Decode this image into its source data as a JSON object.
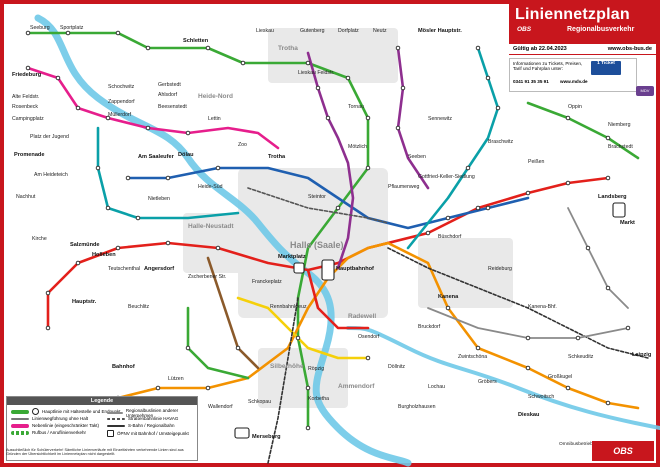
{
  "header": {
    "title": "Liniennetzplan",
    "brand": "OBS",
    "subtitle": "Regionalbusverkehr",
    "valid_from": "Gültig ab 22.04.2023",
    "website": "www.obs-bus.de"
  },
  "info": {
    "text": "Informationen zu Tickets, Preisen, Tarif und Fahrplan unter:",
    "phone": "0341 91 35 35 91",
    "web": "www.mdv.de",
    "ticket_badge": "1 Ticket",
    "logo": "MDV"
  },
  "colors": {
    "brand": "#c8161d",
    "river": "#6fc9e8",
    "green": "#3aa935",
    "red": "#e3201b",
    "orange": "#f39200",
    "blue": "#1f5fb0",
    "purple": "#8e2f8f",
    "magenta": "#e61e8c",
    "teal": "#0aa0a8",
    "yellow": "#f5d00a",
    "brown": "#8b5a2b",
    "grey": "#8a8a8a"
  },
  "districts": [
    {
      "id": "halle-saale",
      "label": "Halle (Saale)"
    },
    {
      "id": "halle-neustadt",
      "label": "Halle-Neustadt"
    },
    {
      "id": "silberhoehe",
      "label": "Silberhöhe"
    },
    {
      "id": "trotha",
      "label": "Trotha"
    },
    {
      "id": "heide-nord",
      "label": "Heide-Nord"
    },
    {
      "id": "ammendorf",
      "label": "Ammendorf"
    },
    {
      "id": "radewell",
      "label": "Radewell"
    }
  ],
  "stations": [
    {
      "label": "Seeburg"
    },
    {
      "label": "Sportplatz"
    },
    {
      "label": "Schletten"
    },
    {
      "label": "Lieskau"
    },
    {
      "label": "Gutenberg"
    },
    {
      "label": "Dorfplatz"
    },
    {
      "label": "Neutz"
    },
    {
      "label": "Mösler Hauptstr."
    },
    {
      "label": "Lieskau Feldstr."
    },
    {
      "label": "Friedeburg"
    },
    {
      "label": "Alte Feldstr."
    },
    {
      "label": "Rosenbeck"
    },
    {
      "label": "Campingplatz"
    },
    {
      "label": "Platz der Jugend"
    },
    {
      "label": "Promenade"
    },
    {
      "label": "Am Heideteich"
    },
    {
      "label": "Nachhut"
    },
    {
      "label": "Hauptstr."
    },
    {
      "label": "Kirche"
    },
    {
      "label": "Salzmünde"
    },
    {
      "label": "Schochwitz"
    },
    {
      "label": "Zappendorf"
    },
    {
      "label": "Müllerdorf"
    },
    {
      "label": "Beesenstedt"
    },
    {
      "label": "Gerbstedt"
    },
    {
      "label": "Ahlsdorf"
    },
    {
      "label": "Am Saaleufer"
    },
    {
      "label": "Marktplatz"
    },
    {
      "label": "Hauptbahnhof"
    },
    {
      "label": "Steintor"
    },
    {
      "label": "Franckeplatz"
    },
    {
      "label": "Rennbahnkreuz"
    },
    {
      "label": "Heide-Süd"
    },
    {
      "label": "Zscherbener Str."
    },
    {
      "label": "Angersdorf"
    },
    {
      "label": "Teutschenthal"
    },
    {
      "label": "Holleben"
    },
    {
      "label": "Beuchlitz"
    },
    {
      "label": "Bahnhof"
    },
    {
      "label": "Merseburg"
    },
    {
      "label": "Schkopau"
    },
    {
      "label": "Korbetha"
    },
    {
      "label": "Röpzig"
    },
    {
      "label": "Burgholzhausen"
    },
    {
      "label": "Kanena"
    },
    {
      "label": "Bruckdorf"
    },
    {
      "label": "Dieskau"
    },
    {
      "label": "Reideburg"
    },
    {
      "label": "Büschdorf"
    },
    {
      "label": "Kanena-Bhf."
    },
    {
      "label": "Landsberg"
    },
    {
      "label": "Markt"
    },
    {
      "label": "Peißen"
    },
    {
      "label": "Braschwitz"
    },
    {
      "label": "Niemberg"
    },
    {
      "label": "Brachstedt"
    },
    {
      "label": "Oppin"
    },
    {
      "label": "Sennewitz"
    },
    {
      "label": "Trotha"
    },
    {
      "label": "Zoo"
    },
    {
      "label": "Dölau"
    },
    {
      "label": "Lettin"
    },
    {
      "label": "Nietleben"
    },
    {
      "label": "Mötzlich"
    },
    {
      "label": "Tornau"
    },
    {
      "label": "Seeben"
    },
    {
      "label": "Gottfried-Keller-Siedlung"
    },
    {
      "label": "Pflaumenweg"
    },
    {
      "label": "Schkeuditz"
    },
    {
      "label": "Leipzig"
    },
    {
      "label": "Gröbers"
    },
    {
      "label": "Großkugel"
    },
    {
      "label": "Zwintschöna"
    },
    {
      "label": "Osendorf"
    },
    {
      "label": "Döllnitz"
    },
    {
      "label": "Lochau"
    },
    {
      "label": "Schwoitsch"
    },
    {
      "label": "Wallendorf"
    },
    {
      "label": "Lützen"
    }
  ],
  "legend": {
    "title": "Legende",
    "items": [
      {
        "label": "Hauptlinie mit Haltestelle und Endpunkt"
      },
      {
        "label": "Linienwegführung ohne Halt"
      },
      {
        "label": "Nebenlinie (eingeschränkter Takt)"
      },
      {
        "label": "Rufbus / Anruflinienverkehr"
      },
      {
        "label": "Regionalbuslinien anderer Unternehmen"
      },
      {
        "label": "Straßenbahnlinie HAVAG"
      },
      {
        "label": "S-Bahn / Regionalbahn"
      },
      {
        "label": "ÖPNV mit Bahnhof / Umsteigepunkt"
      }
    ]
  },
  "footnote": "Ausschließlich für Schülerverkehr! Sämtliche Linienverläufe mit Einzelfahrten verkehrende Linien sind aus Gründen der Übersichtlichkeit im Liniennetzplan nicht dargestellt.",
  "footer_brand": "OBS",
  "footer_text": "Omnibusbetrieb Saalekreis GmbH"
}
